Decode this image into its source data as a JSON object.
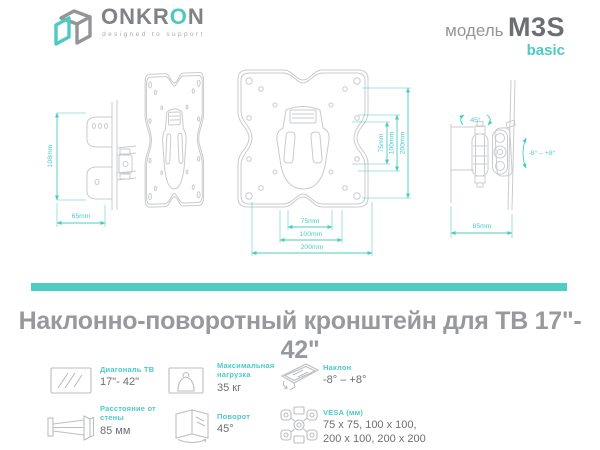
{
  "header": {
    "brand_part1": "ONKR",
    "brand_accent": "O",
    "brand_part2": "N",
    "tagline": "designed to support",
    "model_label": "модель",
    "model_name": "M3S",
    "model_variant": "basic"
  },
  "title": "Наклонно-поворотный кронштейн для ТВ 17\"- 42\"",
  "drawings": {
    "front_left": {
      "height": "108mm",
      "depth": "65mm"
    },
    "front": {
      "v75": "75mm",
      "v100": "100mm",
      "v200": "200mm",
      "h75": "75mm",
      "h100": "100mm",
      "h200": "200mm"
    },
    "side": {
      "swivel": "45°",
      "tilt": "-8° – +8°",
      "depth": "85mm"
    }
  },
  "specs": {
    "diagonal": {
      "icon": "tv-diagonal-icon",
      "label": "Диагональ ТВ",
      "value": "17\"- 42\""
    },
    "max_load": {
      "icon": "max-load-icon",
      "label": "Максимальная нагрузка",
      "value": "35 кг"
    },
    "tilt": {
      "icon": "tilt-icon",
      "label": "Наклон",
      "value": "-8° – +8°"
    },
    "wall_distance": {
      "icon": "wall-distance-icon",
      "label": "Расстояние от стены",
      "value": "85 мм"
    },
    "swivel": {
      "icon": "swivel-icon",
      "label": "Поворот",
      "value": "45°"
    },
    "vesa": {
      "icon": "vesa-icon",
      "label": "VESA (мм)",
      "value": "75 x 75, 100 x 100,\n200 x 100, 200 x 200"
    }
  },
  "colors": {
    "teal": "#4ECDC4",
    "title_gray": "#98999C",
    "value_gray": "#6D6F72",
    "line_gray": "#C9CBCD"
  }
}
